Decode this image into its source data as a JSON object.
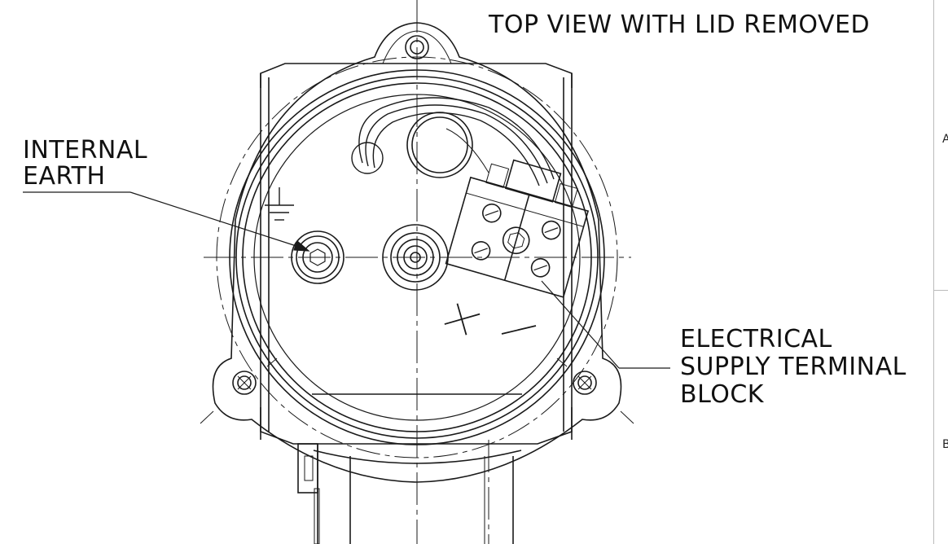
{
  "drawing": {
    "title": "TOP VIEW WITH LID REMOVED",
    "callouts": {
      "internal_earth": [
        "INTERNAL",
        "EARTH"
      ],
      "terminal_block": [
        "ELECTRICAL",
        "SUPPLY TERMINAL",
        "BLOCK"
      ]
    },
    "polarity": {
      "positive": "+",
      "negative": "−"
    },
    "border_zones": [
      "A",
      "B"
    ]
  },
  "colors": {
    "line": "#1a1a1a",
    "background": "#ffffff",
    "frame": "#bbbbbb"
  }
}
